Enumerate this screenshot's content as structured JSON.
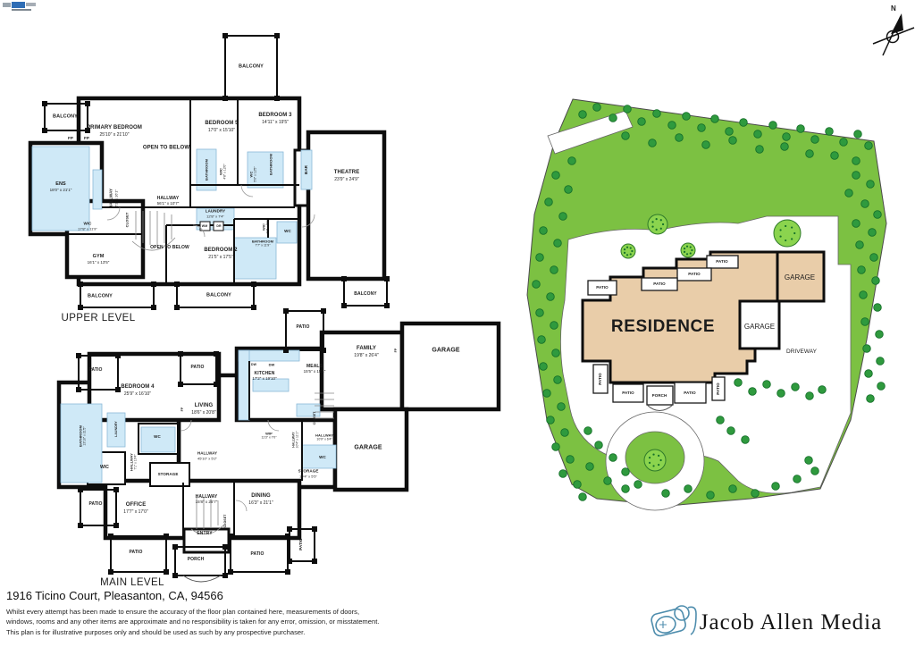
{
  "footer": {
    "address": "1916 Ticino Court, Pleasanton, CA, 94566",
    "disclaimer": [
      "Whilst every attempt has been made to ensure the accuracy of the floor plan contained here, measurements of doors,",
      "windows, rooms and any other items are approximate and no responsibility is taken for any error, omission, or misstatement.",
      "This plan is for illustrative purposes only and should be used as such by any prospective purchaser."
    ],
    "brand": "Jacob Allen Media"
  },
  "compass": {
    "north": "N"
  },
  "tags": {
    "fp": "FP",
    "dw": "DW",
    "wm": "WM",
    "dr": "DR",
    "wc": "WC",
    "wic": "WIC",
    "bar": "BAR",
    "closet": "CLOSET",
    "bathroom": "BATHROOM",
    "laundry": "LAUNDRY",
    "storage": "STORAGE",
    "entry": "ENTRY",
    "porch": "PORCH",
    "patio": "PATIO",
    "balcony": "BALCONY",
    "open_to_below": "OPEN TO BELOW"
  },
  "upper_level": {
    "title": "UPPER LEVEL",
    "rooms": {
      "primary_bedroom": {
        "name": "PRIMARY BEDROOM",
        "dims": "25'10\" x 21'10\""
      },
      "ens": {
        "name": "ENS",
        "dims": "18'0\" x 21'1\""
      },
      "wic": {
        "name": "WIC",
        "dims": "17'8\" x 11'9\""
      },
      "hallway_side": {
        "name": "HALLWAY",
        "dims": "6'2\" x 16'1\""
      },
      "hallway": {
        "name": "HALLWAY",
        "dims": "56'1\" x 10'7\""
      },
      "bedroom5": {
        "name": "BEDROOM 5",
        "dims": "17'0\" x 15'10\""
      },
      "bedroom3": {
        "name": "BEDROOM 3",
        "dims": "14'11\" x 19'5\""
      },
      "wic5": {
        "name": "WIC",
        "dims": "4'8\" x 12'0\""
      },
      "wc3": {
        "name": "WC",
        "dims": "5'0\" x 12'5\""
      },
      "theatre": {
        "name": "THEATRE",
        "dims": "23'9\" x 24'9\""
      },
      "laundry": {
        "name": "LAUNDRY",
        "dims": "12'8\" x 7'4\""
      },
      "gym": {
        "name": "GYM",
        "dims": "16'1\" x 13'5\""
      },
      "bedroom2": {
        "name": "BEDROOM 2",
        "dims": "21'5\" x 17'5\""
      },
      "wic2": {
        "name": "WIC",
        "dims": "7'7\" x 8'1\""
      },
      "bathroom2": {
        "name": "BATHROOM",
        "dims": "7'7\" x 11'9\""
      }
    }
  },
  "main_level": {
    "title": "MAIN LEVEL",
    "rooms": {
      "bedroom4": {
        "name": "BEDROOM 4",
        "dims": "25'9\" x 16'10\""
      },
      "living": {
        "name": "LIVING",
        "dims": "18'6\" x 20'8\""
      },
      "kitchen": {
        "name": "KITCHEN",
        "dims": "17'2\" x 19'10\""
      },
      "meals": {
        "name": "MEALS",
        "dims": "15'5\" x 15'1\""
      },
      "family": {
        "name": "FAMILY",
        "dims": "19'8\" x 26'4\""
      },
      "garage": {
        "name": "GARAGE"
      },
      "bathroom4": {
        "name": "BATHROOM",
        "dims": "13'10\" x 21'5\""
      },
      "hallway_bed": {
        "name": "HALLWAY",
        "dims": "7'1\" x 19'4\""
      },
      "hallway_main": {
        "name": "HALLWAY",
        "dims": "45'10\" x 5'2\""
      },
      "wip": {
        "name": "WIP",
        "dims": "11'3\" x 7'0\""
      },
      "hallway_garage": {
        "name": "HALLWAY",
        "dims": "10'9\" x 6'4\""
      },
      "hallway_garage_side": {
        "name": "HALLWAY",
        "dims": "10'4\" x 11'1\""
      },
      "storage": {
        "name": "STORAGE",
        "dims": "10'4\" x 5'5\""
      },
      "office": {
        "name": "OFFICE",
        "dims": "17'7\" x 17'0\""
      },
      "hallway_entry": {
        "name": "HALLWAY",
        "dims": "15'8\" x 25'7\""
      },
      "dining": {
        "name": "DINING",
        "dims": "16'3\" x 21'1\""
      }
    }
  },
  "site_plan": {
    "residence": "RESIDENCE",
    "garage_upper": "GARAGE",
    "garage_lower": "GARAGE",
    "driveway": "DRIVEWAY"
  },
  "colors": {
    "lot_green": "#7cc142",
    "tree_green": "#2f9a3e",
    "residence_tan": "#e9cda9",
    "room_blue": "#cfe9f7",
    "wall_black": "#0d0d0d"
  }
}
